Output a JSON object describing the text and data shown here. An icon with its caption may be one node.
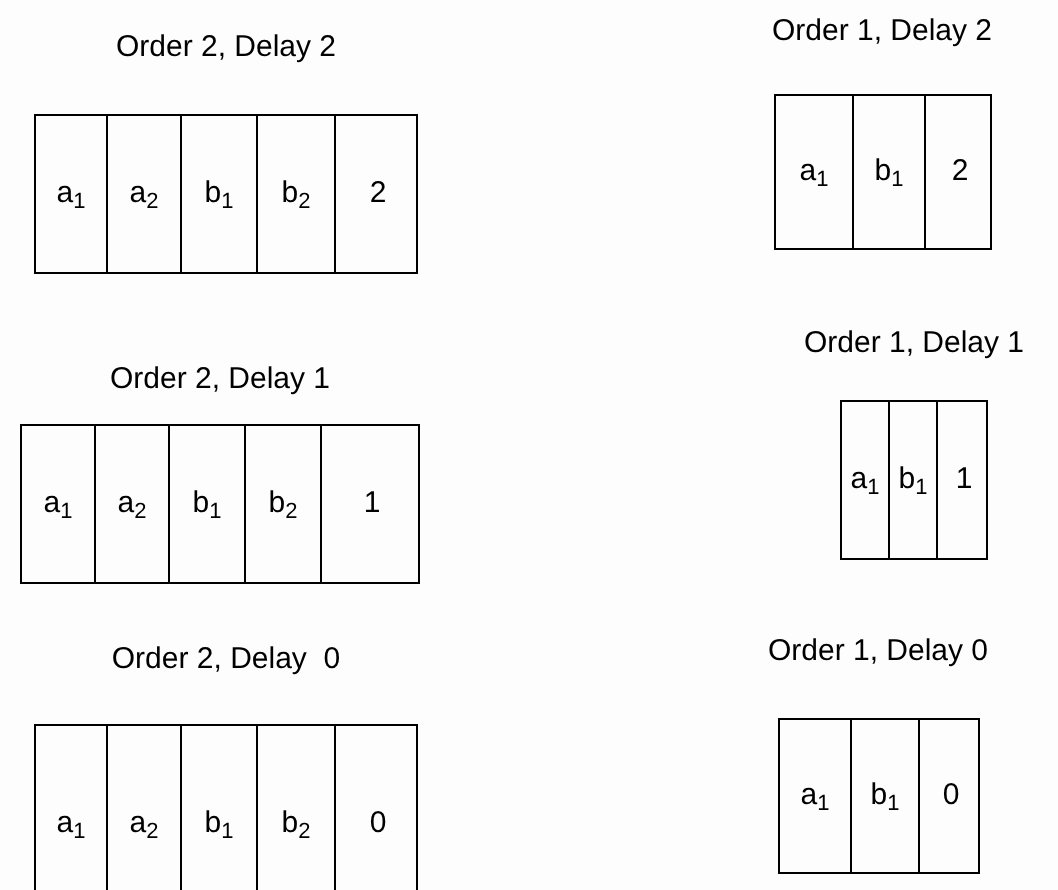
{
  "diagram": {
    "nodes": [
      {
        "text": [
          "Order 2, Delay 2"
        ]
      },
      {
        "text": [
          "a$_{1}$"
        ],
        "in": 0
      },
      {
        "text": [
          "a$_{2}$"
        ],
        "in": 0
      },
      {
        "text": [
          "b$_{1}$"
        ],
        "in": 0
      },
      {
        "text": [
          "b$_{2}$"
        ],
        "in": 0
      },
      {
        "text": [
          "2"
        ],
        "in": 0
      },
      {
        "text": [
          "Order 1, Delay 2"
        ]
      },
      {
        "text": [
          "a$_{1}$"
        ],
        "in": 6
      },
      {
        "text": [
          "b$_{1}$"
        ],
        "in": 6
      },
      {
        "text": [
          "2"
        ],
        "in": 6
      },
      {
        "text": [
          "Order 2, Delay 1"
        ]
      },
      {
        "text": [
          "a$_{1}$"
        ],
        "in": 10
      },
      {
        "text": [
          "a$_{2}$"
        ],
        "in": 10
      },
      {
        "text": [
          "b$_{1}$"
        ],
        "in": 10
      },
      {
        "text": [
          "b$_{2}$"
        ],
        "in": 10
      },
      {
        "text": [
          "1"
        ],
        "in": 10
      },
      {
        "text": [
          "Order 1, Delay 1"
        ]
      },
      {
        "text": [
          "a$_{1}$"
        ],
        "in": 16
      },
      {
        "text": [
          "b$_{1}$"
        ],
        "in": 16
      },
      {
        "text": [
          "1"
        ],
        "in": 16
      },
      {
        "text": [
          "Order 2, Delay  0"
        ]
      },
      {
        "text": [
          "a$_{1}$"
        ],
        "in": 20
      },
      {
        "text": [
          "a$_{2}$"
        ],
        "in": 20
      },
      {
        "text": [
          "b$_{1}$"
        ],
        "in": 20
      },
      {
        "text": [
          "b$_{2}$"
        ],
        "in": 20
      },
      {
        "text": [
          "0"
        ],
        "in": 20
      },
      {
        "text": [
          "Order 1, Delay 0"
        ]
      },
      {
        "text": [
          "a$_{1}$"
        ],
        "in": 26
      },
      {
        "text": [
          "b$_{1}$"
        ],
        "in": 26
      },
      {
        "text": [
          "0"
        ],
        "in": 26
      }
    ],
    "edges": []
  }
}
